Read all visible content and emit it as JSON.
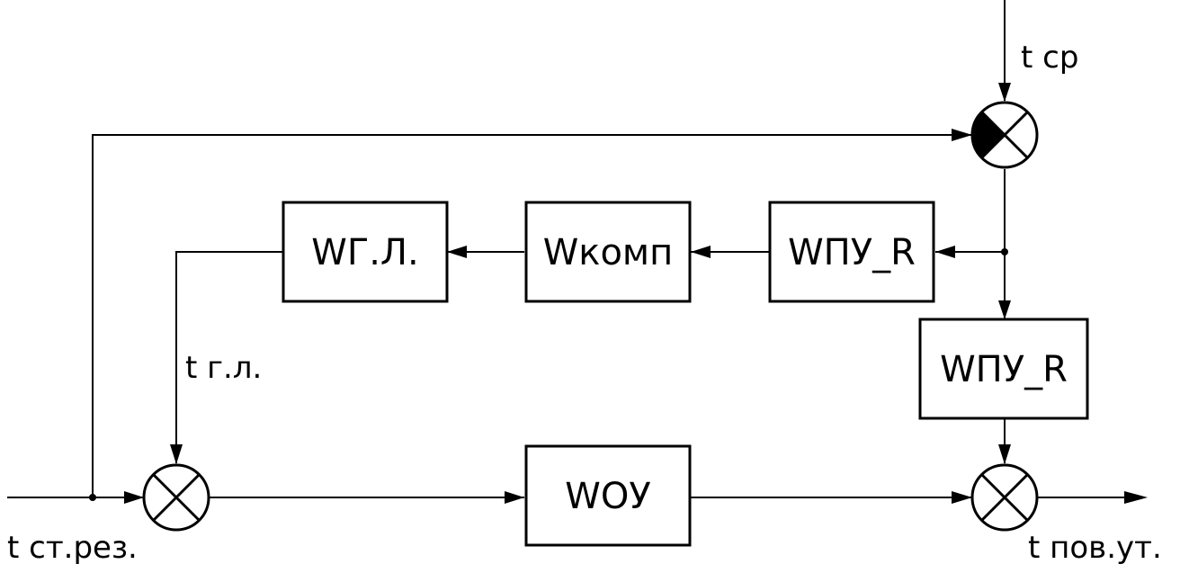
{
  "blocks": {
    "wgl": "WГ.Л.",
    "wkomp": "Wкомп",
    "wpu_top": "WПУ_R",
    "wpu_right": "WПУ_R",
    "wou": "WОУ"
  },
  "signals": {
    "t_sr": "t ср",
    "t_gl": "t г.л.",
    "t_st_rez": "t ст.рез.",
    "t_pov_ut": "t пов.ут."
  }
}
